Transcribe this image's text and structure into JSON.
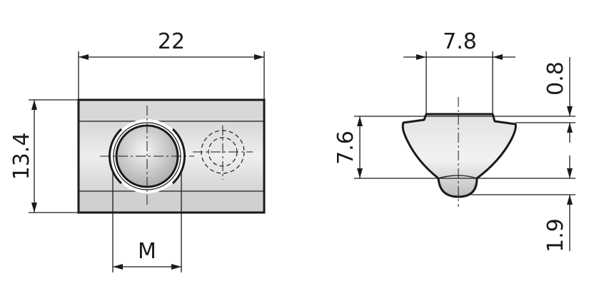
{
  "dimensions": {
    "width": "22",
    "height": "13.4",
    "thread": "M",
    "groove_width": "7.8",
    "top_offset": "0.8",
    "depth": "7.6",
    "bottom_offset": "1.9"
  }
}
